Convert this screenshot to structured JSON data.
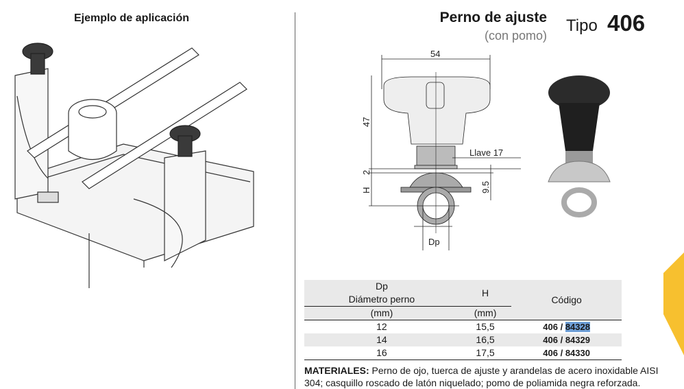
{
  "left_title": "Ejemplo de aplicación",
  "product": {
    "title": "Perno de ajuste",
    "subtitle": "(con pomo)",
    "type_label": "Tipo",
    "type_number": "406"
  },
  "drawing": {
    "width": "54",
    "height": "47",
    "gap": "2",
    "h": "H",
    "washer": "9.5",
    "wrench": "Llave 17",
    "dp": "Dp"
  },
  "table": {
    "headers": {
      "col1_line1": "Dp",
      "col1_line2": "Diámetro perno",
      "col1_unit": "(mm)",
      "col2": "H",
      "col2_unit": "(mm)",
      "col3": "Código"
    },
    "rows": [
      {
        "dp": "12",
        "h": "15,5",
        "code_prefix": "406 / ",
        "code": "84328"
      },
      {
        "dp": "14",
        "h": "16,5",
        "code_prefix": "406 / ",
        "code": "84329"
      },
      {
        "dp": "16",
        "h": "17,5",
        "code_prefix": "406 / ",
        "code": "84330"
      }
    ]
  },
  "materials": {
    "label": "MATERIALES:",
    "text": " Perno de ojo, tuerca de ajuste y arandelas de acero inoxidable AISI 304; casquillo roscado de latón niquelado; pomo de poliamida negra reforzada."
  },
  "colors": {
    "accent": "#f7c02f",
    "selection": "#6fa0d8"
  }
}
